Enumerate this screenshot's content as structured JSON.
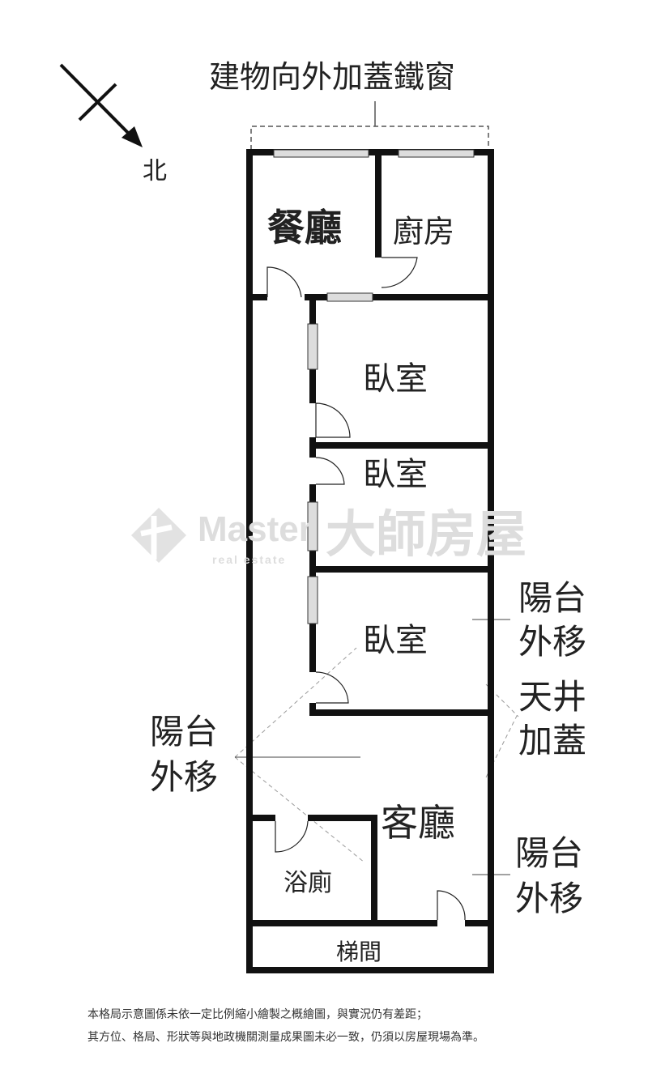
{
  "title": "建物向外加蓋鐵窗",
  "compass": "北",
  "rooms": {
    "dining": "餐廳",
    "kitchen": "廚房",
    "bedroom1": "臥室",
    "bedroom2": "臥室",
    "bedroom3": "臥室",
    "living": "客廳",
    "bathroom": "浴廁",
    "stairs": "梯間"
  },
  "annotations": {
    "balcony_right_1": [
      "陽台",
      "外移"
    ],
    "skylight": [
      "天井",
      "加蓋"
    ],
    "balcony_left": [
      "陽台",
      "外移"
    ],
    "balcony_right_2": [
      "陽台",
      "外移"
    ]
  },
  "watermark": {
    "brand": "Master",
    "sub": "real estate",
    "cn": "大師房屋"
  },
  "disclaimer": [
    "本格局示意圖係未依一定比例縮小繪製之概繪圖，與實況仍有差距；",
    "其方位、格局、形狀等與地政機關測量成果圖未必一致，仍須以房屋現場為準。"
  ]
}
